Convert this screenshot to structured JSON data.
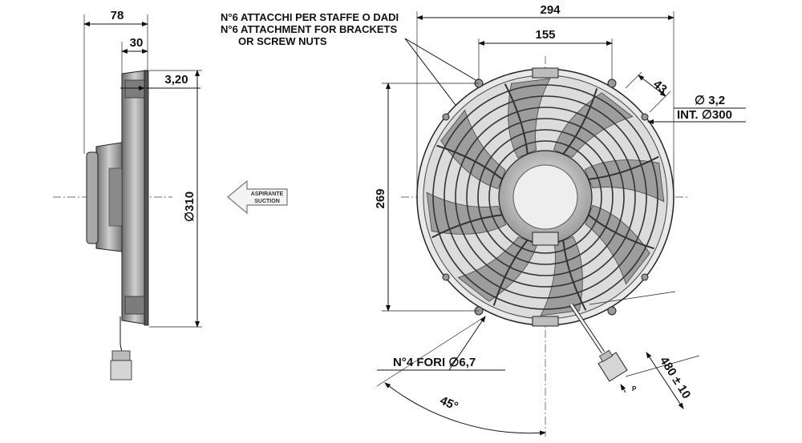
{
  "side_view": {
    "dim_depth": "78",
    "dim_motor": "30",
    "dim_flange": "3,20",
    "dim_diameter": "310"
  },
  "airflow": {
    "label_line1": "ASPIRANTE",
    "label_line2": "SUCTION"
  },
  "attachment_note": {
    "line1": "N°6 ATTACCHI PER STAFFE O DADI",
    "line2": "N°6 ATTACHMENT FOR BRACKETS",
    "line3": "OR SCREW NUTS"
  },
  "front_view": {
    "dim_width": "294",
    "dim_hole_spacing": "155",
    "dim_height": "269",
    "dim_tab": "43",
    "dim_hole_diameter": "3,2",
    "dim_inner": "INT.",
    "dim_inner_diameter": "300",
    "holes_label": "N°4 FORI",
    "holes_diameter": "6,7",
    "dim_angle": "45°",
    "dim_cable": "480 ± 10",
    "cable_marker": "P"
  },
  "symbols": {
    "diameter": "∅"
  }
}
